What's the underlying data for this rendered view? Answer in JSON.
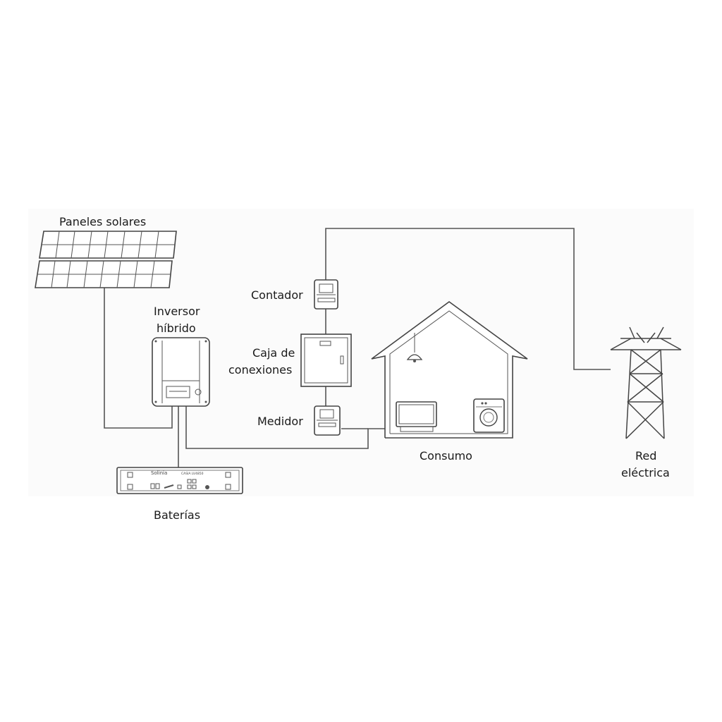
{
  "diagram": {
    "labels": {
      "solar_panels": "Paneles solares",
      "inverter_line1": "Inversor",
      "inverter_line2": "híbrido",
      "meter_top": "Contador",
      "junction_line1": "Caja de",
      "junction_line2": "conexiones",
      "meter_bottom": "Medidor",
      "batteries": "Baterías",
      "consumption": "Consumo",
      "grid_line1": "Red",
      "grid_line2": "eléctrica"
    },
    "battery_brand": "Solinia",
    "battery_model": "CASIA LV4850"
  }
}
